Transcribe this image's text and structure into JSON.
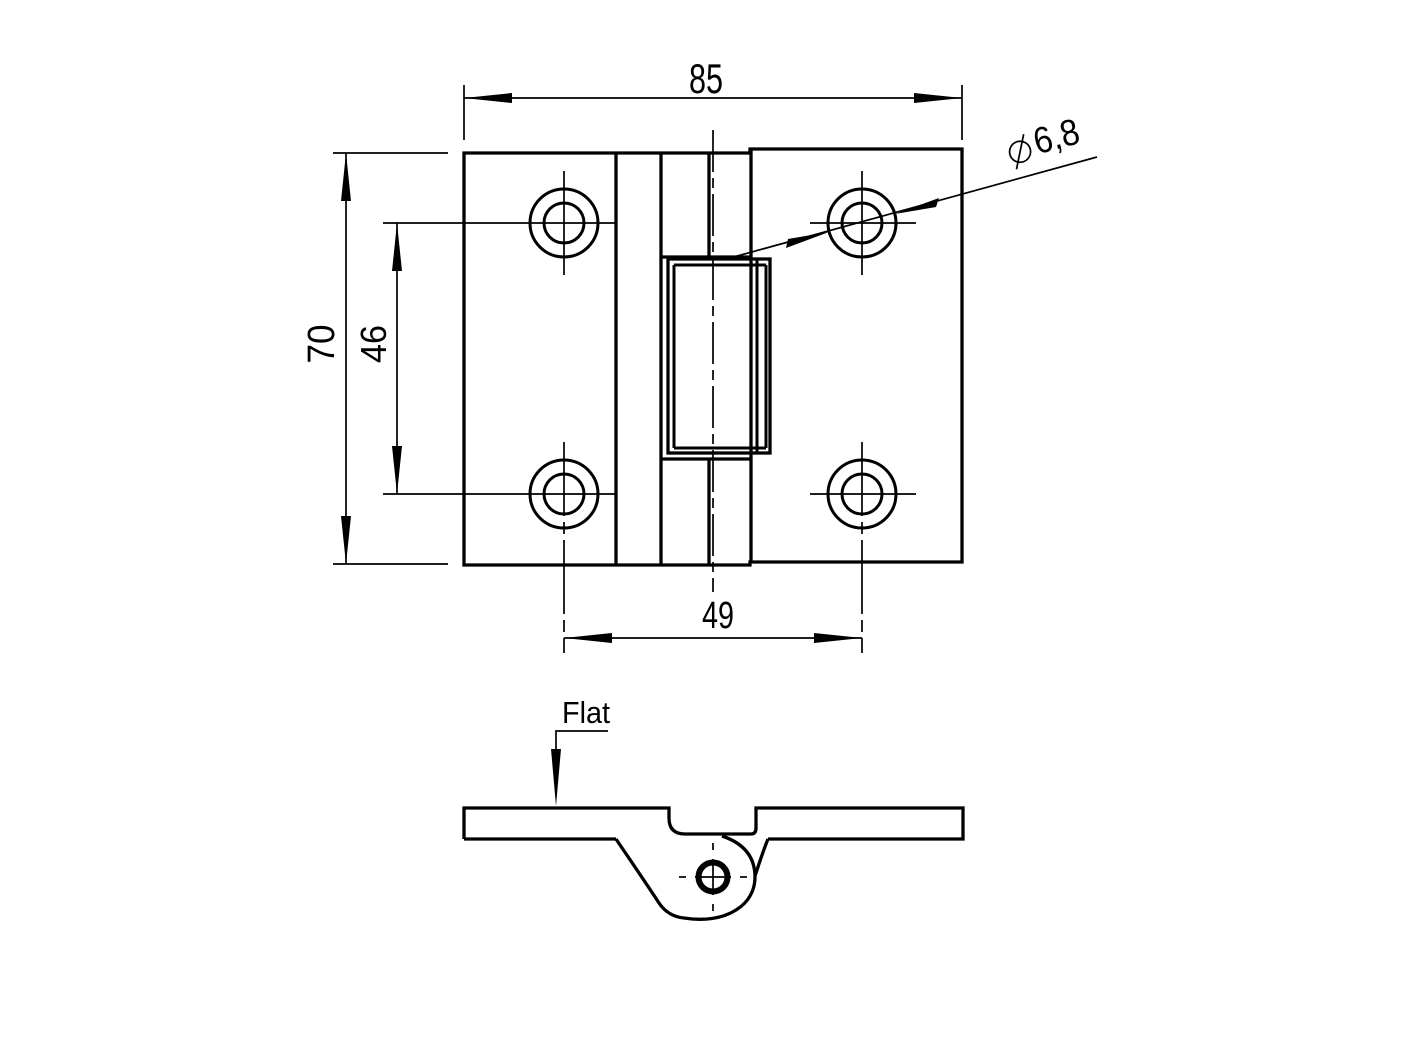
{
  "drawing": {
    "dimensions": {
      "overall_width": "85",
      "overall_height": "70",
      "vertical_hole_pitch": "46",
      "horizontal_hole_pitch": "49",
      "hole_diameter": "6,8"
    },
    "annotations": {
      "flat_note": "Flat"
    },
    "colors": {
      "line": "#000000",
      "background": "#ffffff"
    }
  }
}
